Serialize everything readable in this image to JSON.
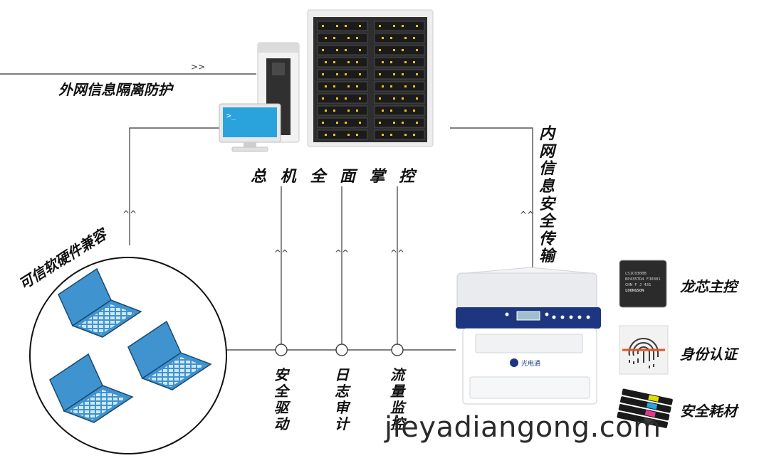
{
  "labels": {
    "external": "外网信息隔离防护",
    "host_control": "总 机 全 面 掌 控",
    "internal": "内网信息安全传输",
    "compatibility": "可信软硬件兼容",
    "secure_driver": "安全驱动",
    "log_audit": "日志审计",
    "traffic_monitor": "流量监控"
  },
  "features": [
    {
      "id": "loongson",
      "label": "龙芯主控",
      "icon": "chip-icon",
      "chip_text": [
        "LS1C0300B",
        "BP4357D4 FJ0301",
        "CHN F J 431",
        "LOONGSON"
      ]
    },
    {
      "id": "identity",
      "label": "身份认证",
      "icon": "fingerprint-icon"
    },
    {
      "id": "supplies",
      "label": "安全耗材",
      "icon": "toner-cartridge-icon"
    }
  ],
  "arrows": {
    "right": ">>",
    "up": "^^"
  },
  "printer": {
    "brand": "光电通"
  },
  "terminal": {
    "prompt": ">_"
  },
  "watermark": "jieyadiangong.com",
  "colors": {
    "laptop": "#3f93cf",
    "printer_navy": "#1e3680",
    "line": "#555555",
    "rack": "#252525",
    "led": "#f0c419"
  }
}
